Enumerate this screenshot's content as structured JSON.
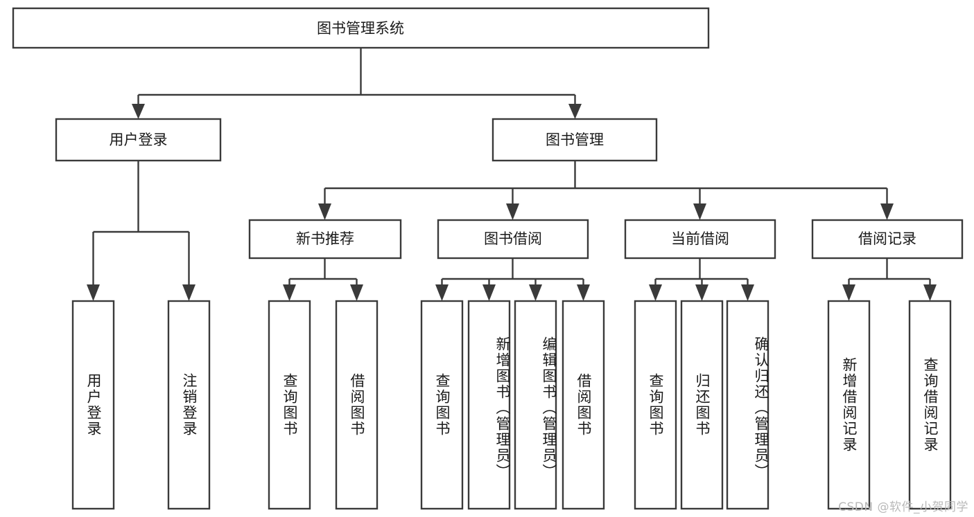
{
  "diagram": {
    "type": "tree",
    "title": "图书管理系统",
    "orientation": "top-down",
    "colors": {
      "background": "#ffffff",
      "box_stroke": "#3a3a3a",
      "box_fill": "#ffffff",
      "text": "#1a1a1a",
      "watermark": "#b9b9b9"
    },
    "root": {
      "label": "图书管理系统"
    },
    "level2": [
      {
        "id": "user-login",
        "label": "用户登录"
      },
      {
        "id": "book-manage",
        "label": "图书管理"
      }
    ],
    "level3": [
      {
        "id": "new-book-recommend",
        "label": "新书推荐",
        "parent": "book-manage"
      },
      {
        "id": "book-borrow",
        "label": "图书借阅",
        "parent": "book-manage"
      },
      {
        "id": "current-borrow",
        "label": "当前借阅",
        "parent": "book-manage"
      },
      {
        "id": "borrow-record",
        "label": "借阅记录",
        "parent": "book-manage"
      }
    ],
    "leaves": {
      "user-login": [
        {
          "id": "leaf-user-login",
          "label": "用户登录"
        },
        {
          "id": "leaf-user-logout",
          "label": "注销登录"
        }
      ],
      "new-book-recommend": [
        {
          "id": "leaf-query-book-1",
          "label": "查询图书"
        },
        {
          "id": "leaf-borrow-book-1",
          "label": "借阅图书"
        }
      ],
      "book-borrow": [
        {
          "id": "leaf-query-book-2",
          "label": "查询图书"
        },
        {
          "id": "leaf-add-book",
          "label": "新增图书（管理员）"
        },
        {
          "id": "leaf-edit-book",
          "label": "编辑图书（管理员）"
        },
        {
          "id": "leaf-borrow-book-2",
          "label": "借阅图书"
        }
      ],
      "current-borrow": [
        {
          "id": "leaf-query-book-3",
          "label": "查询图书"
        },
        {
          "id": "leaf-return-book",
          "label": "归还图书"
        },
        {
          "id": "leaf-confirm-return",
          "label": "确认归还（管理员）"
        }
      ],
      "borrow-record": [
        {
          "id": "leaf-add-record",
          "label": "新增借阅记录"
        },
        {
          "id": "leaf-query-record",
          "label": "查询借阅记录"
        }
      ]
    }
  },
  "watermark": {
    "text": "CSDN @软件_小贺同学"
  }
}
